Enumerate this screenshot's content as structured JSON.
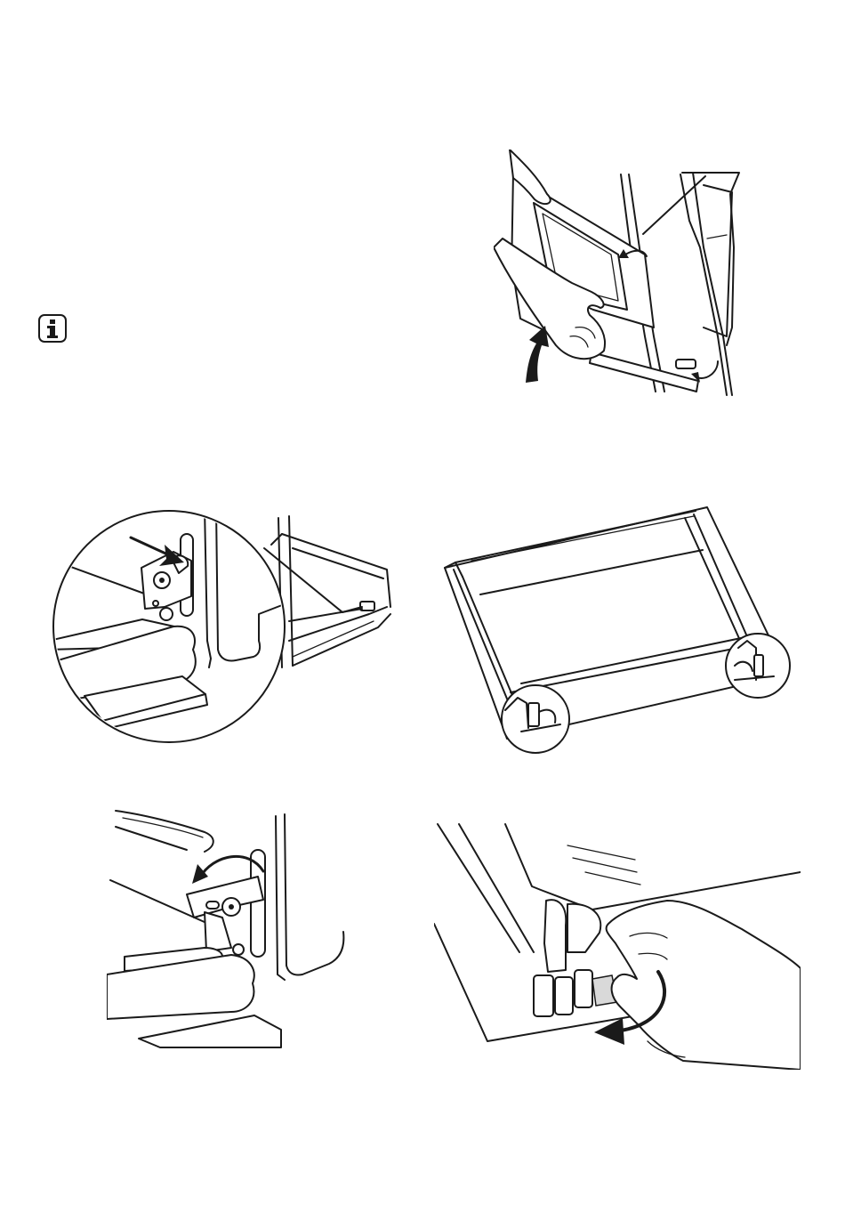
{
  "page": {
    "background": "#ffffff",
    "ink": "#1a1a1a"
  },
  "icons": {
    "info": "info-icon"
  },
  "figures": [
    {
      "id": "lift-door",
      "icon": "door-lift-illustration"
    },
    {
      "id": "hinge-detail",
      "icon": "hinge-magnified-illustration"
    },
    {
      "id": "door-hinges",
      "icon": "door-with-hinges-illustration"
    },
    {
      "id": "hinge-lever",
      "icon": "hinge-lever-rotate-illustration"
    },
    {
      "id": "hinge-release",
      "icon": "hinge-release-hand-illustration"
    }
  ]
}
